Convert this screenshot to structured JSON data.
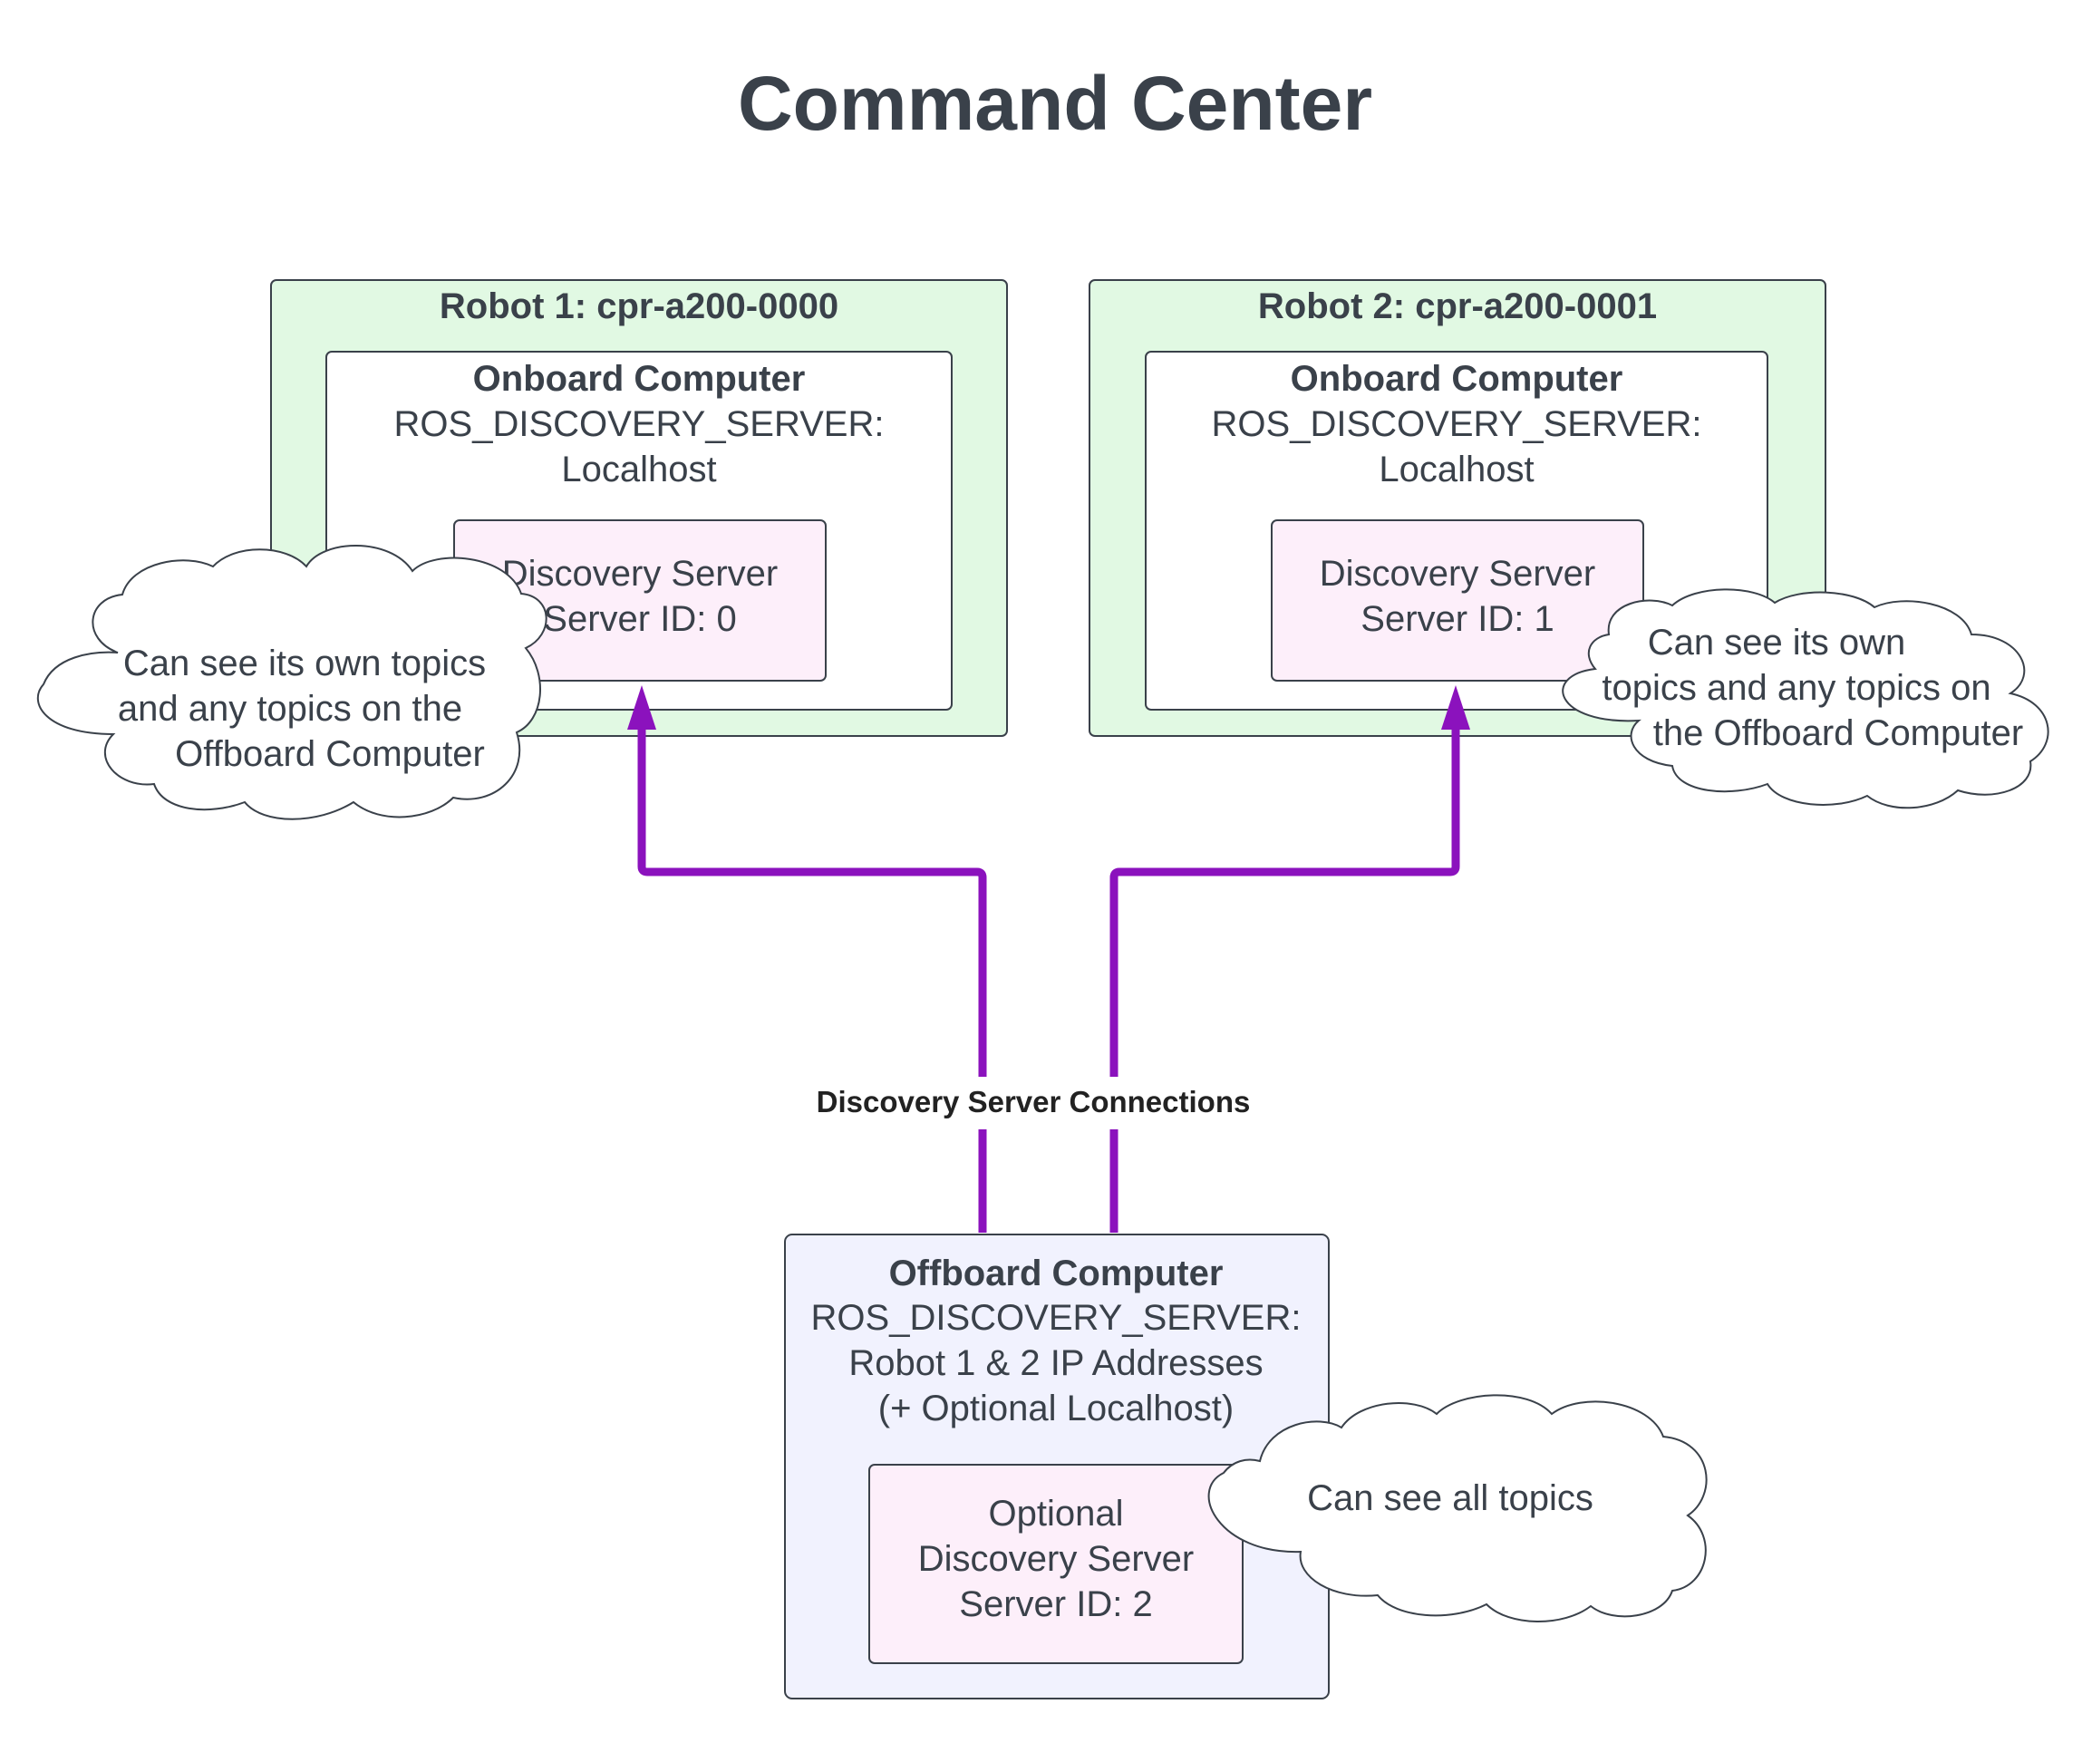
{
  "title": "Command Center",
  "colors": {
    "robot_fill": "#e1f9e3",
    "server_fill": "#fdeffa",
    "offboard_fill": "#f1f2fe",
    "arrow": "#8b12bd",
    "stroke": "#3a414a",
    "text": "#3a414a"
  },
  "robot1": {
    "title": "Robot 1: cpr-a200-0000",
    "onboard": {
      "title": "Onboard Computer",
      "line1": "ROS_DISCOVERY_SERVER:",
      "line2": "Localhost"
    },
    "server": {
      "line1": "Discovery Server",
      "line2": "Server ID: 0"
    },
    "note": [
      "Can see its own topics",
      "and any topics on the",
      "Offboard Computer"
    ]
  },
  "robot2": {
    "title": "Robot 2: cpr-a200-0001",
    "onboard": {
      "title": "Onboard Computer",
      "line1": "ROS_DISCOVERY_SERVER:",
      "line2": "Localhost"
    },
    "server": {
      "line1": "Discovery Server",
      "line2": "Server ID: 1"
    },
    "note": [
      "Can see its own",
      "topics and any topics on",
      "the Offboard Computer"
    ]
  },
  "connection_label": "Discovery Server Connections",
  "offboard": {
    "title": "Offboard Computer",
    "line1": "ROS_DISCOVERY_SERVER:",
    "line2": "Robot 1 & 2 IP Addresses",
    "line3": "(+ Optional Localhost)",
    "server": {
      "line1": "Optional",
      "line2": "Discovery Server",
      "line3": "Server ID: 2"
    },
    "note": "Can see all topics"
  }
}
